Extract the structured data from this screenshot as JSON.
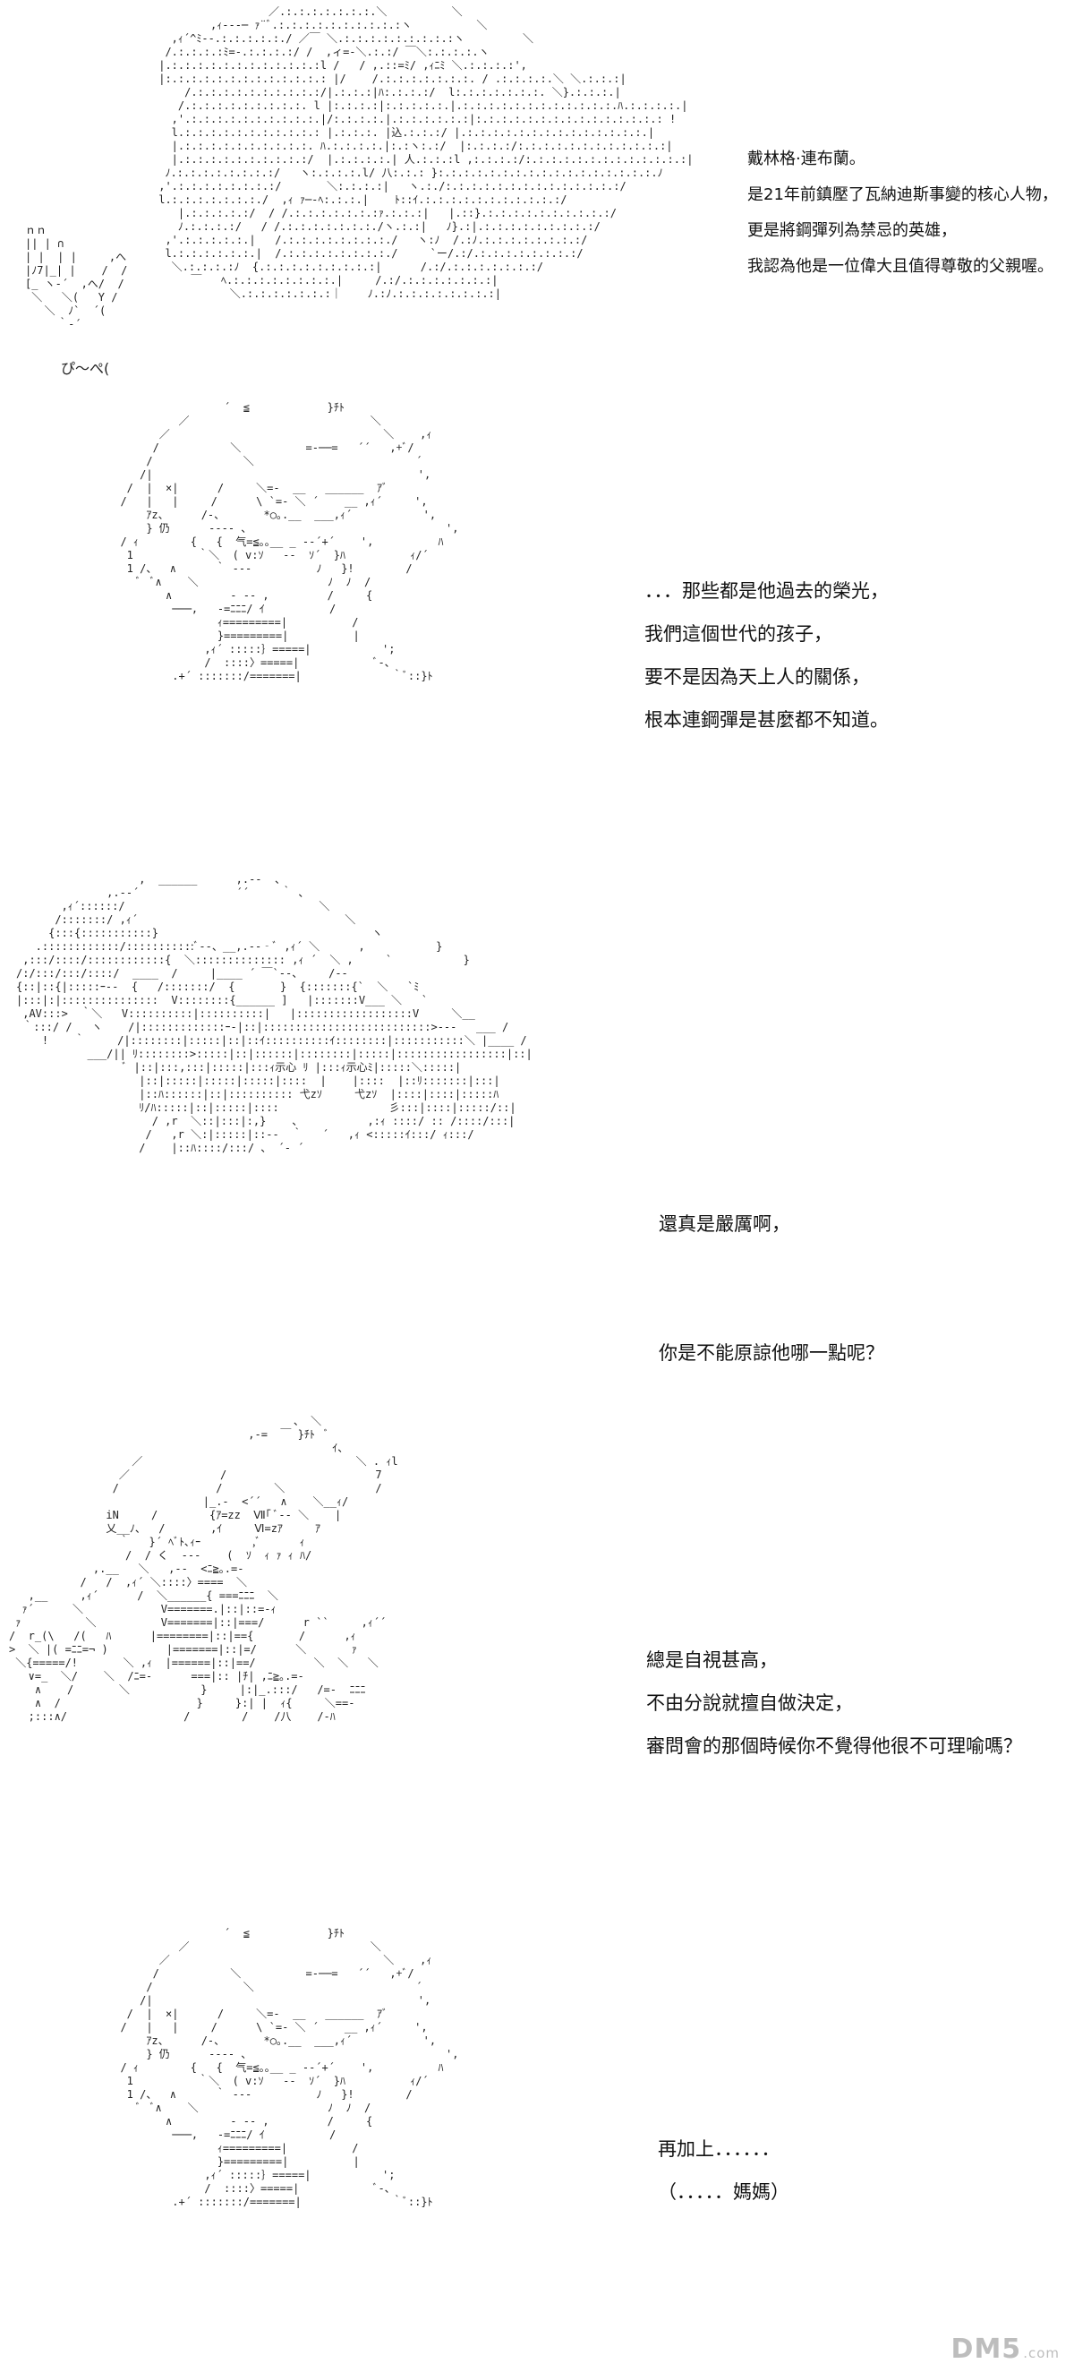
{
  "panels": [
    {
      "lines": [
        "戴林格·連布蘭。",
        "是21年前鎮壓了瓦納迪斯事變的核心人物，",
        "更是將鋼彈列為禁忌的英雄，",
        "我認為他是一位偉大且值得尊敬的父親喔。"
      ],
      "side_text": "ぴ～ぺ("
    },
    {
      "lines": [
        "．．．那些都是他過去的榮光，",
        "我們這個世代的孩子，",
        "要不是因為天上人的關係，",
        "根本連鋼彈是甚麼都不知道。"
      ]
    },
    {
      "lines": [
        "還真是嚴厲啊，",
        "你是不能原諒他哪一點呢？"
      ]
    },
    {
      "lines": [
        "總是自視甚高，",
        "不由分說就擅自做決定，",
        "審問會的那個時候你不覺得他很不可理喻嗎？"
      ]
    },
    {
      "lines": [
        "再加上．．．．．．",
        "（．．．．．媽媽）"
      ]
    }
  ],
  "watermark": {
    "text": "DM5",
    "suffix": ".com"
  }
}
